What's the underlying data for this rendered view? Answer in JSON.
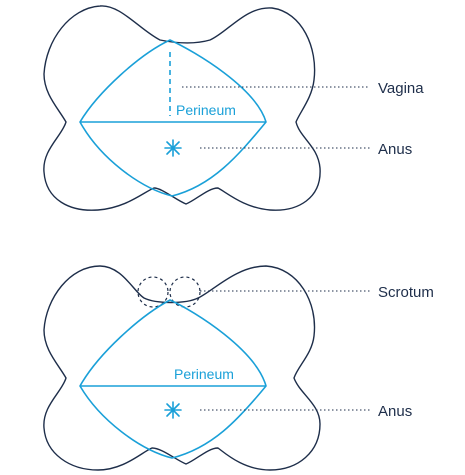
{
  "female_diagram": {
    "labels": {
      "perineum": "Perineum",
      "vagina": "Vagina",
      "anus": "Anus"
    }
  },
  "male_diagram": {
    "labels": {
      "perineum": "Perineum",
      "scrotum": "Scrotum",
      "anus": "Anus"
    }
  },
  "colors": {
    "outline": "#1e2e4a",
    "region": "#1aa0d8",
    "text": "#1e2e4a"
  }
}
